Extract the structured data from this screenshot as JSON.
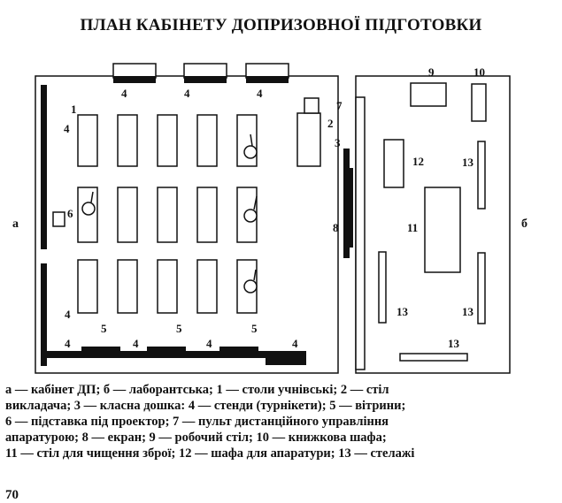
{
  "title": "ПЛАН КАБІНЕТУ ДОПРИЗОВНОЇ ПІДГОТОВКИ",
  "room_labels": {
    "a": "а",
    "b": "б"
  },
  "markers": {
    "m1": "1",
    "m2": "2",
    "m3": "3",
    "m4": "4",
    "m5": "5",
    "m6": "6",
    "m7": "7",
    "m8": "8",
    "m9": "9",
    "m10": "10",
    "m11": "11",
    "m12": "12",
    "m13": "13"
  },
  "legend_lines": [
    "а — кабінет ДП; б — лаборантська; 1 — столи учнівські; 2 — стіл",
    "викладача; 3 — класна дошка: 4 — стенди (турнікети); 5 — вітрини;",
    "6 — підставка під проектор; 7 — пульт дистанційного управління",
    "апаратурою; 8 — екран; 9 — робочий стіл; 10 — книжкова шафа;",
    "11 — стіл для чищення зброї; 12 — шафа для апаратури; 13 — стелажі"
  ],
  "page_number": "70",
  "colors": {
    "ink": "#111111",
    "paper": "#ffffff"
  }
}
